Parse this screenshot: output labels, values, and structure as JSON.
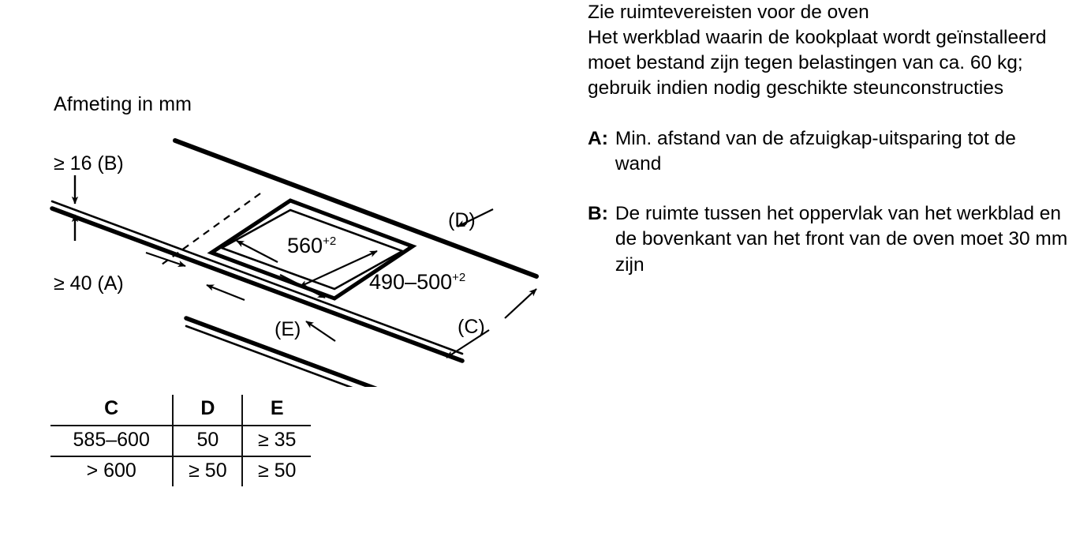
{
  "figure": {
    "caption": "Afmeting in mm",
    "labels": {
      "b16": "≥ 16 (B)",
      "a40": "≥ 40 (A)",
      "d": "(D)",
      "c": "(C)",
      "e": "(E)"
    },
    "dimensions": {
      "width": "560",
      "width_tolerance": "+2",
      "depth": "490–500",
      "depth_tolerance": "+2"
    }
  },
  "table": {
    "headers": [
      "C",
      "D",
      "E"
    ],
    "rows": [
      [
        "585–600",
        "50",
        "≥ 35"
      ],
      [
        "> 600",
        "≥ 50",
        "≥ 50"
      ]
    ]
  },
  "notes": {
    "a": {
      "key": "A:",
      "text": "Min. afstand van de afzuigkap-uitsparing tot de wand"
    },
    "b": {
      "key": "B:",
      "text": "De ruimte tussen het oppervlak van het werkblad en de bovenkant van het front van de oven moet 30 mm zijn"
    },
    "see_oven": "Zie ruimtevereisten voor de oven",
    "load": "Het werkblad waarin de kookplaat wordt geïnstalleerd moet bestand zijn tegen belastingen van ca. 60 kg; gebruik indien nodig geschikte steunconstructies"
  },
  "colors": {
    "ink": "#000000",
    "background": "#ffffff"
  }
}
